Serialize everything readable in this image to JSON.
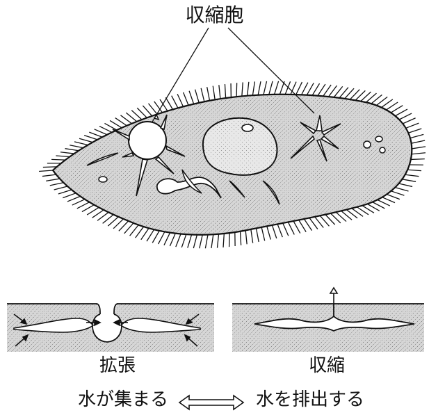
{
  "figure": {
    "title": "収縮胞",
    "panel_expand_label": "拡張",
    "panel_contract_label": "収縮",
    "caption_left": "水が集まる",
    "caption_arrow": "⇔",
    "caption_right": "水を排出する"
  },
  "icons": [
    "double-arrow-icon",
    "inward-arrow-icon",
    "outward-arrow-icon"
  ]
}
